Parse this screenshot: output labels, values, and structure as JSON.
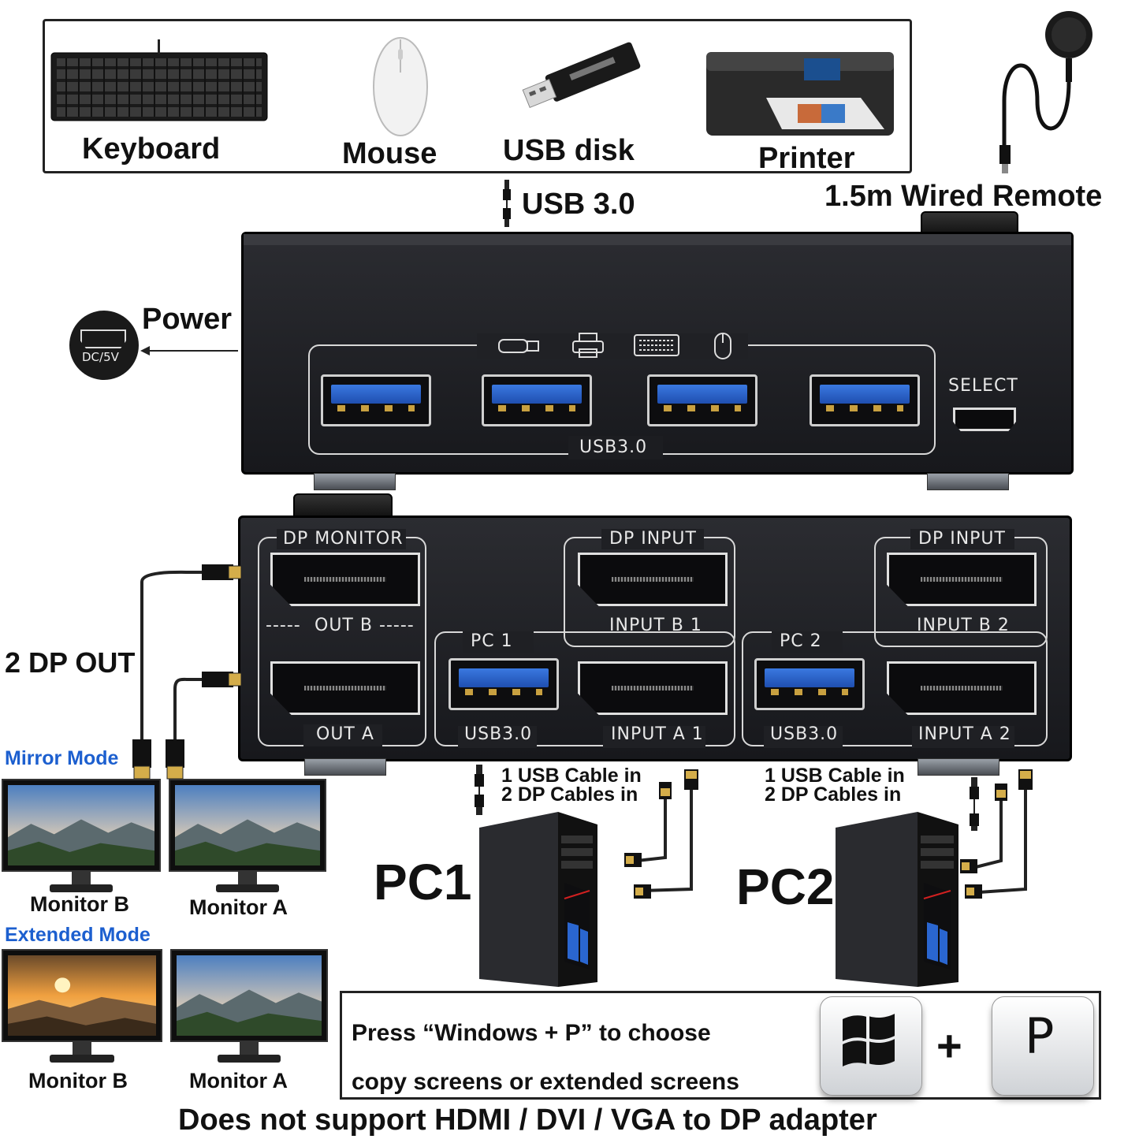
{
  "peripherals": {
    "keyboard": "Keyboard",
    "mouse": "Mouse",
    "usb_disk": "USB disk",
    "printer": "Printer"
  },
  "labels": {
    "usb30_cable": "USB 3.0",
    "remote": "1.5m Wired Remote",
    "power": "Power",
    "power_port": "DC/5V",
    "dp_out": "2 DP OUT",
    "pc1": "PC1",
    "pc2": "PC2",
    "pc1_cable_line1": "1 USB Cable in",
    "pc1_cable_line2": "2 DP Cables in",
    "pc2_cable_line1": "1 USB Cable in",
    "pc2_cable_line2": "2 DP Cables in"
  },
  "front_panel": {
    "usb_label": "USB3.0",
    "select_label": "SELECT"
  },
  "back_panel": {
    "dp_monitor": "DP MONITOR",
    "out_b": "OUT B",
    "out_a": "OUT A",
    "pc1_label": "PC 1",
    "pc2_label": "PC 2",
    "dp_input_1": "DP INPUT",
    "dp_input_2": "DP INPUT",
    "input_b1": "INPUT B 1",
    "input_a1": "INPUT A 1",
    "input_b2": "INPUT B 2",
    "input_a2": "INPUT A 2",
    "usb_pc1": "USB3.0",
    "usb_pc2": "USB3.0"
  },
  "modes": {
    "mirror": "Mirror Mode",
    "extended": "Extended Mode",
    "mirror_monitor_b": "Monitor B",
    "mirror_monitor_a": "Monitor A",
    "extended_monitor_b": "Monitor B",
    "extended_monitor_a": "Monitor A"
  },
  "shortcut": {
    "line1": "Press “Windows + P” to choose",
    "line2": "copy screens or extended screens",
    "plus": "+",
    "key_p": "P"
  },
  "footer": "Does not support HDMI / DVI / VGA to DP adapter",
  "colors": {
    "mode_blue": "#1c5fcf",
    "usb_blue": "#2a66d0",
    "device_black": "#1d1e22"
  }
}
